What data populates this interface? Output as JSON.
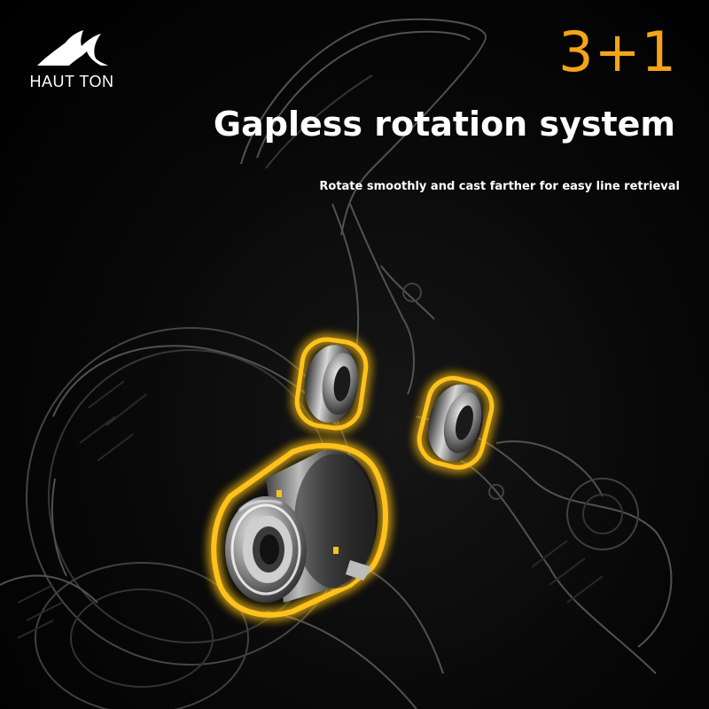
{
  "brand": {
    "name": "HAUT TON",
    "logo_icon": "fish-wave-logo"
  },
  "badge": {
    "text": "3+1"
  },
  "headline": {
    "text": "Gapless rotation system"
  },
  "subline": {
    "text": "Rotate smoothly and cast farther for easy line retrieval"
  },
  "colors": {
    "accent": "#f5a418",
    "background": "#000000",
    "text": "#ffffff",
    "glow": "#ffc21a"
  },
  "illustration": {
    "subject": "spinning-reel-wireframe",
    "highlights": [
      "bearing-left",
      "bearing-right",
      "one-way-clutch-bearing"
    ]
  }
}
